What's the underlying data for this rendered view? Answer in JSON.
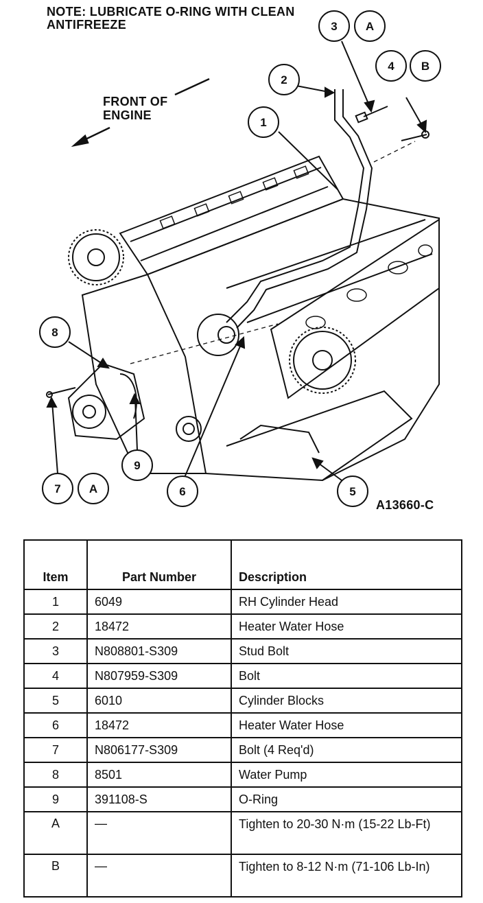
{
  "note": "NOTE: LUBRICATE O-RING WITH CLEAN ANTIFREEZE",
  "direction_label": "FRONT OF ENGINE",
  "figure_id": "A13660-C",
  "callouts": [
    "1",
    "2",
    "3",
    "A",
    "4",
    "B",
    "5",
    "6",
    "7",
    "A",
    "8",
    "9"
  ],
  "table": {
    "headers": {
      "item": "Item",
      "part_number": "Part Number",
      "description": "Description"
    },
    "rows": [
      {
        "item": "1",
        "part_number": "6049",
        "description": "RH Cylinder Head"
      },
      {
        "item": "2",
        "part_number": "18472",
        "description": "Heater Water Hose"
      },
      {
        "item": "3",
        "part_number": "N808801-S309",
        "description": "Stud Bolt"
      },
      {
        "item": "4",
        "part_number": "N807959-S309",
        "description": "Bolt"
      },
      {
        "item": "5",
        "part_number": "6010",
        "description": "Cylinder Blocks"
      },
      {
        "item": "6",
        "part_number": "18472",
        "description": "Heater Water Hose"
      },
      {
        "item": "7",
        "part_number": "N806177-S309",
        "description": "Bolt (4 Req'd)"
      },
      {
        "item": "8",
        "part_number": "8501",
        "description": "Water Pump"
      },
      {
        "item": "9",
        "part_number": "391108-S",
        "description": "O-Ring"
      },
      {
        "item": "A",
        "part_number": "—",
        "description": "Tighten to 20-30 N·m (15-22 Lb-Ft)"
      },
      {
        "item": "B",
        "part_number": "—",
        "description": "Tighten to 8-12 N·m (71-106 Lb-In)"
      }
    ]
  }
}
